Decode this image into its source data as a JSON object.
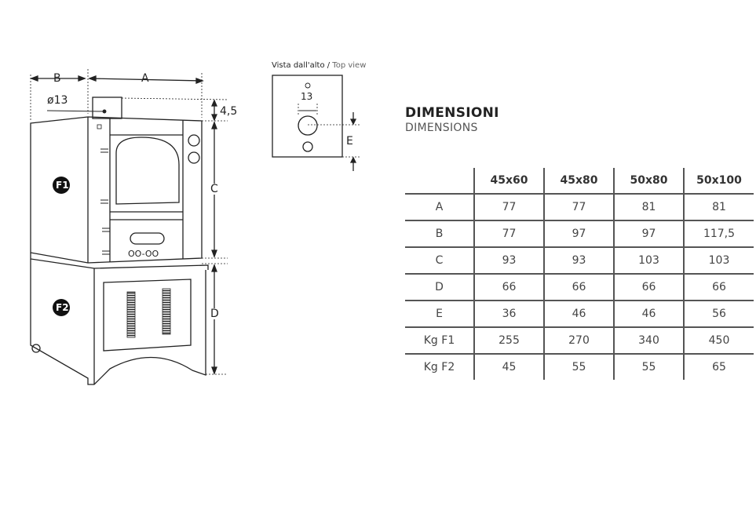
{
  "diagram": {
    "labels": {
      "A": "A",
      "B": "B",
      "C": "C",
      "D": "D",
      "E": "E",
      "diameter": "ø13",
      "height_flue": "4,5",
      "F1": "F1",
      "F2": "F2",
      "flue_size": "13"
    },
    "top_view_it": "Vista dall'alto /",
    "top_view_en": " Top view"
  },
  "heading": {
    "title": "DIMENSIONI",
    "subtitle": "DIMENSIONS"
  },
  "table": {
    "columns": [
      "",
      "45x60",
      "45x80",
      "50x80",
      "50x100"
    ],
    "rows": [
      [
        "A",
        "77",
        "77",
        "81",
        "81"
      ],
      [
        "B",
        "77",
        "97",
        "97",
        "117,5"
      ],
      [
        "C",
        "93",
        "93",
        "103",
        "103"
      ],
      [
        "D",
        "66",
        "66",
        "66",
        "66"
      ],
      [
        "E",
        "36",
        "46",
        "46",
        "56"
      ],
      [
        "Kg F1",
        "255",
        "270",
        "340",
        "450"
      ],
      [
        "Kg F2",
        "45",
        "55",
        "55",
        "65"
      ]
    ]
  }
}
